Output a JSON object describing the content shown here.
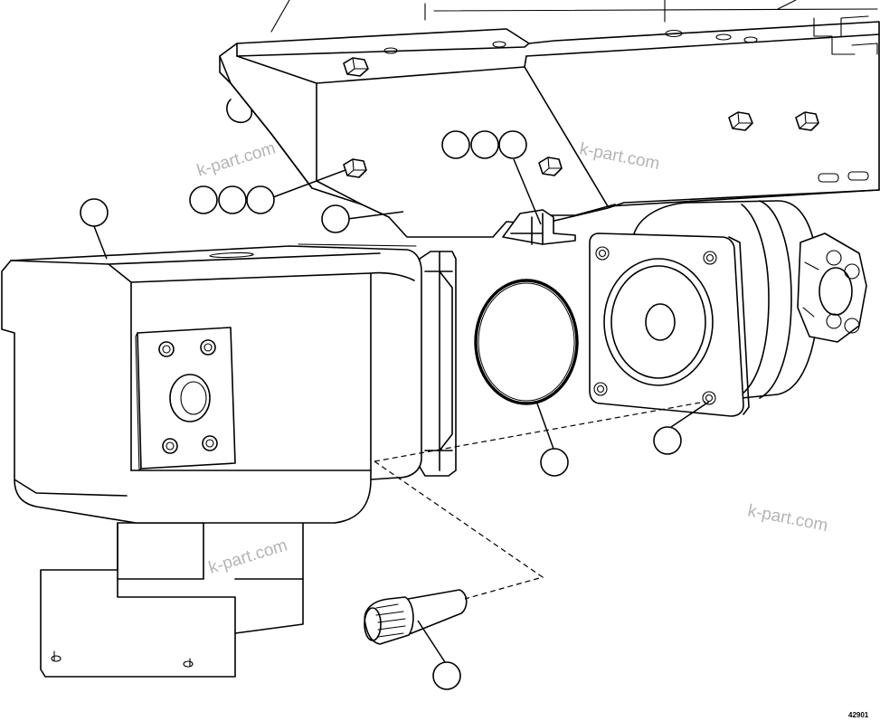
{
  "watermarks": [
    "k-part.com",
    "k-part.com",
    "k-part.com",
    "k-part.com"
  ],
  "figure_number": "42901",
  "callouts": [
    "",
    "",
    "",
    "",
    "",
    "",
    "",
    "",
    "",
    "",
    "",
    ""
  ]
}
